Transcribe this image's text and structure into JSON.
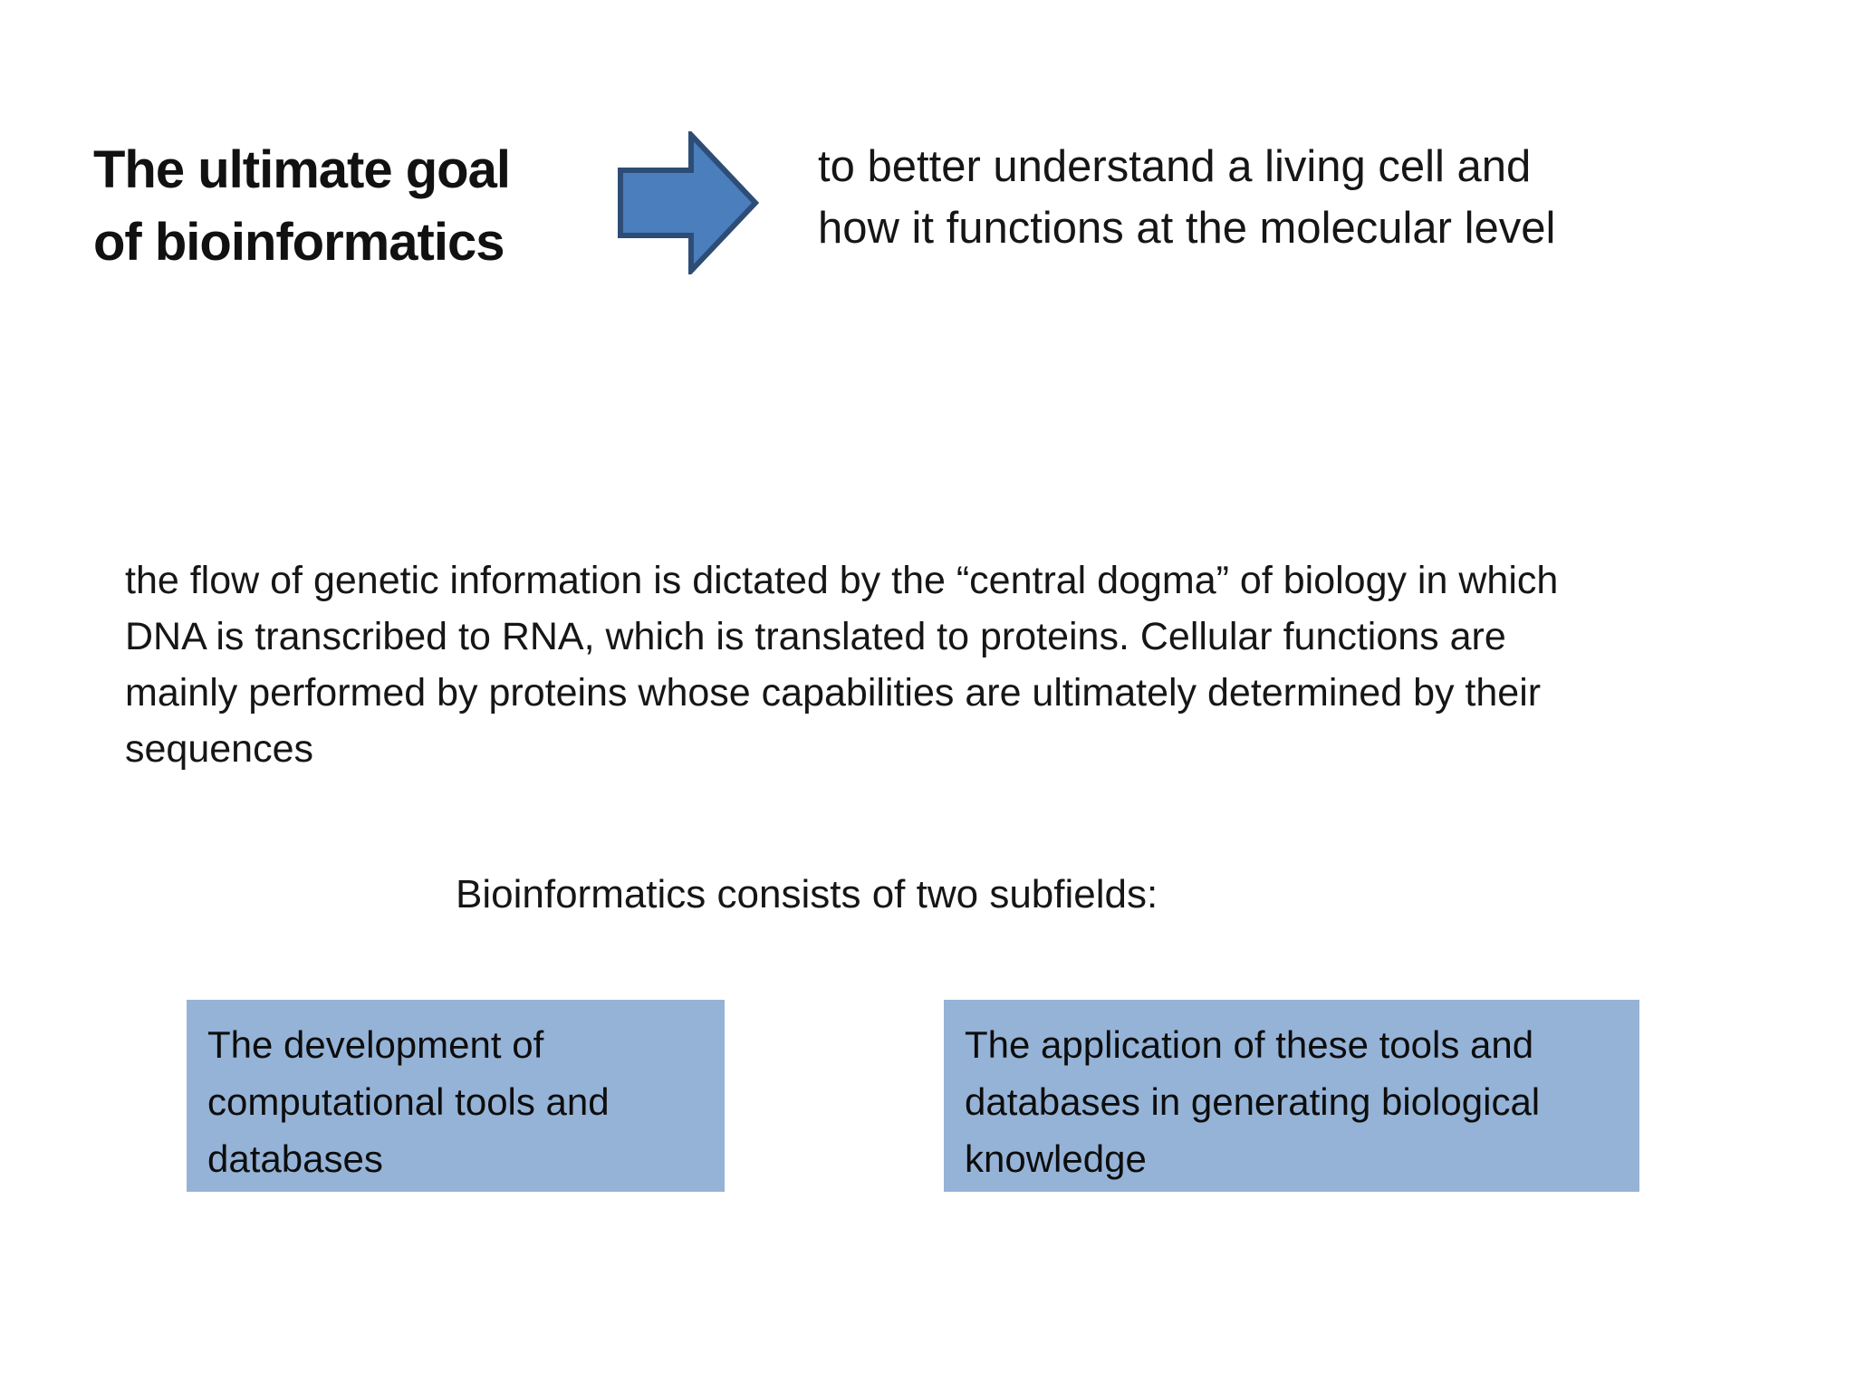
{
  "slide": {
    "title": {
      "lines": [
        "The ultimate goal",
        "of bioinformatics"
      ]
    },
    "goal_text": {
      "lines": [
        "to better understand a living cell and",
        "how it functions at the molecular level"
      ]
    },
    "dogma_paragraph": {
      "full_text": "the flow of genetic information is dictated by the “central dogma” of biology in which DNA is transcribed to RNA, which is translated to proteins. Cellular functions are mainly performed by proteins whose capabilities are ultimately determined by their sequences",
      "lines": [
        "the flow of genetic information is dictated by the “central dogma” of biology in which",
        "DNA is transcribed to RNA, which is translated to proteins. Cellular functions are",
        "mainly performed by proteins whose capabilities are ultimately determined by their",
        "sequences"
      ]
    },
    "subfields_heading": "Bioinformatics consists of two subfields:",
    "subfield_boxes": [
      {
        "full_text": "The development of computational tools and databases",
        "lines": [
          "The development of",
          "computational tools and",
          "databases"
        ]
      },
      {
        "full_text": "The application of these tools and databases in generating biological knowledge",
        "lines": [
          "The application of these tools and",
          "databases in generating biological",
          "knowledge"
        ]
      }
    ]
  },
  "colors": {
    "arrow_fill": "#4a7ebc",
    "arrow_border": "#2e4d76",
    "box_fill": "#95b3d7",
    "text": "#161616",
    "background": "#ffffff"
  }
}
